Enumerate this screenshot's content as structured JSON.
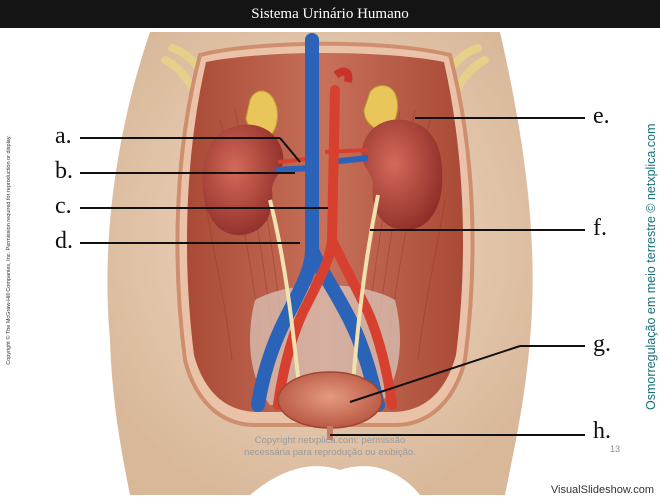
{
  "slide": {
    "title": "Sistema Urinário Humano",
    "labels": {
      "a": "a.",
      "b": "b.",
      "c": "c.",
      "d": "d.",
      "e": "e.",
      "f": "f.",
      "g": "g.",
      "h": "h."
    },
    "side_copyright": "Copyright © The McGraw-Hill Companies, Inc. Permission required for reproduction or display.",
    "side_brand": "Osmorregulação em meio terrestre © netxplica.com",
    "watermark_line1": "Copyright netxplica.com: permissão",
    "watermark_line2": "necessária para reprodução ou exibição.",
    "page_number": "13",
    "brand": "VisualSlideshow.com"
  },
  "colors": {
    "title_bar": "#141414",
    "skin": "#e8cdb3",
    "muscle": "#b85a44",
    "kidney": "#b6473e",
    "adrenal": "#e8c65a",
    "vein": "#2a63b8",
    "artery": "#d7402f",
    "ureter": "#efe1b0",
    "side_brand_text": "#17707a"
  }
}
